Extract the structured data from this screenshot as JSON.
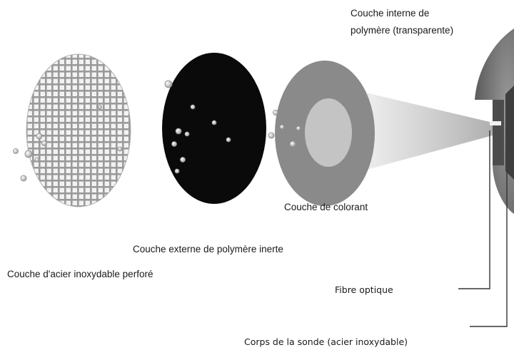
{
  "labels": {
    "inner_polymer_line1": "Couche interne de",
    "inner_polymer_line2": "polymère (transparente)",
    "dye_layer": "Couche de colorant",
    "outer_polymer": "Couche externe de polymère inerte",
    "steel_layer": "Couche d'acier inoxydable perforé",
    "optical_fiber": "Fibre optique",
    "probe_body": "Corps de la sonde (acier inoxydable)"
  },
  "colors": {
    "background": "#ffffff",
    "mesh_lines": "#9a9a9a",
    "outer_polymer_disc": "#0a0a0a",
    "dye_disc_outer": "#8a8a8a",
    "dye_disc_inner": "#c4c4c4",
    "probe_body": "#7a7a7a",
    "leader_lines": "#333333"
  },
  "icons": {
    "bubbles": "bubble-icon",
    "light_cone": "light-cone"
  }
}
